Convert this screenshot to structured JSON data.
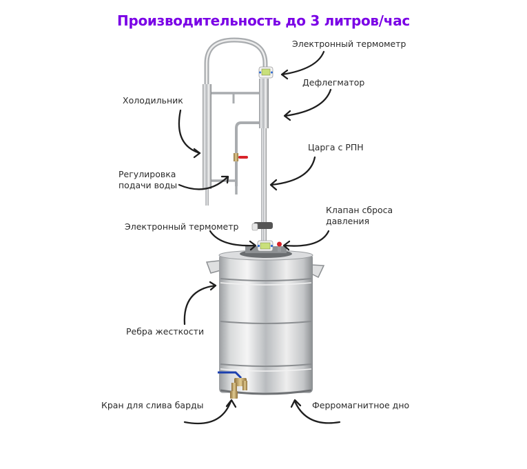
{
  "title": {
    "text": "Производительность до 3 литров/час",
    "color": "#7a00e6"
  },
  "labels": {
    "thermometer_top": "Электронный термометр",
    "dephlegmator": "Дефлегматор",
    "condenser": "Холодильник",
    "column": "Царга с РПН",
    "water_regulation_line1": "Регулировка",
    "water_regulation_line2": "подачи воды",
    "pressure_valve_line1": "Клапан сброса",
    "pressure_valve_line2": "давления",
    "thermometer_lid": "Электронный термометр",
    "ribs": "Ребра жесткости",
    "drain_tap": "Кран для слива барды",
    "bottom": "Ферромагнитное дно"
  },
  "colors": {
    "steel": "#c9cbcd",
    "steel_dark": "#8e9194",
    "arrow": "#1e1e1e",
    "valve_red": "#d9232a",
    "tap_brass": "#b89a5e",
    "tap_handle_blue": "#1b3fae",
    "lcd": "#c9e07a"
  }
}
